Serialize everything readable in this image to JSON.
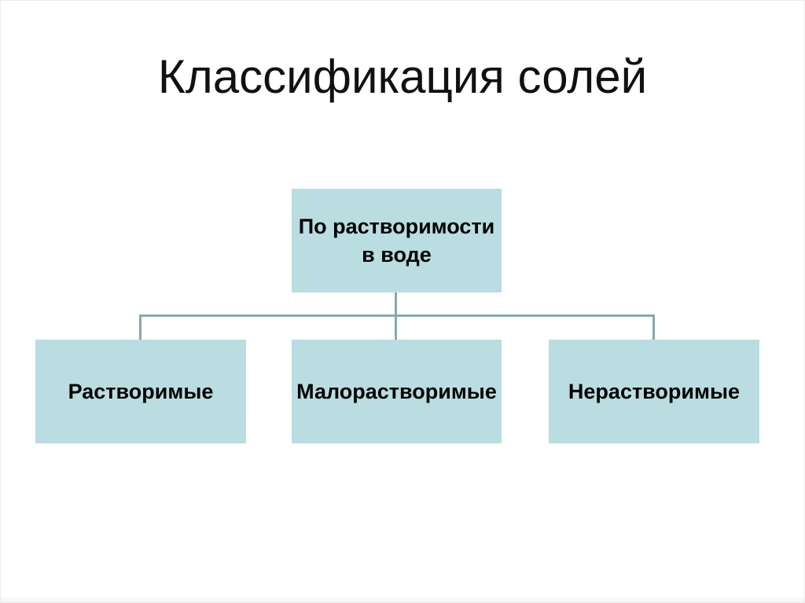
{
  "slide": {
    "title": "Классификация солей"
  },
  "diagram": {
    "type": "tree",
    "root": {
      "label": "По растворимости в воде"
    },
    "children": [
      {
        "label": "Растворимые"
      },
      {
        "label": "Малорастворимые"
      },
      {
        "label": "Нерастворимые"
      }
    ],
    "colors": {
      "box_fill": "#b9dde1",
      "connector": "#88a8ac",
      "text": "#000000",
      "title_text": "#111111"
    }
  }
}
